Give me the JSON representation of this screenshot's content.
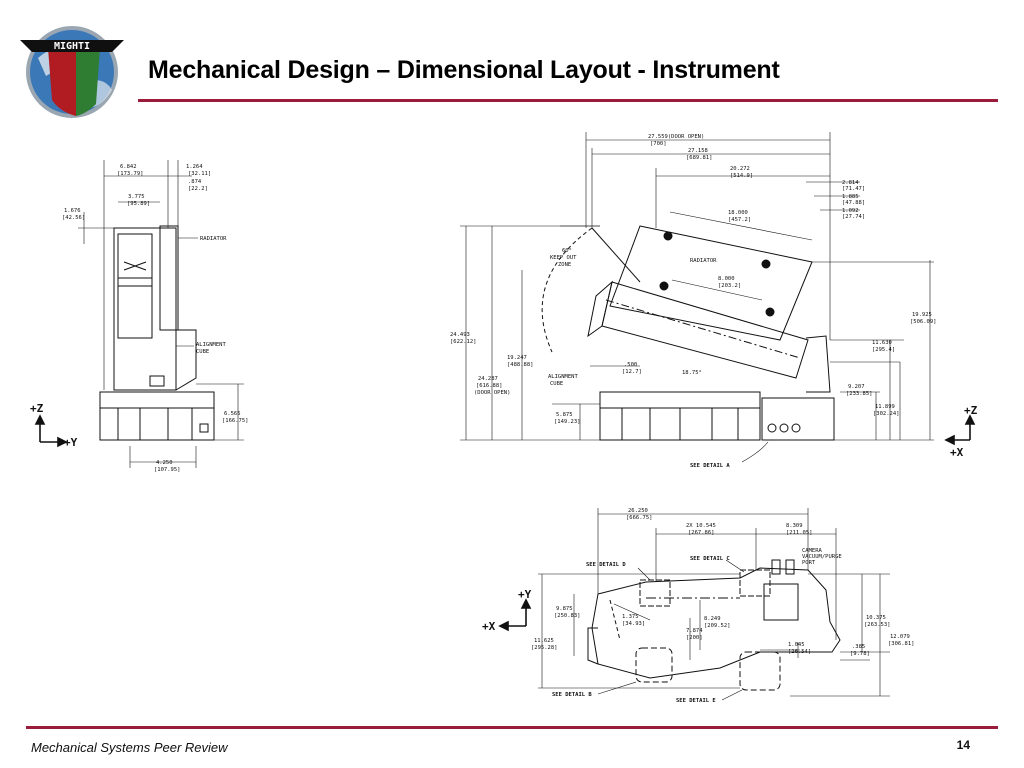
{
  "header": {
    "logo_text": "MIGHTI",
    "title": "Mechanical Design – Dimensional Layout - Instrument"
  },
  "footer": {
    "text": "Mechanical Systems Peer Review",
    "page_number": "14"
  },
  "colors": {
    "rule": "#9a1b3a",
    "ink": "#111111",
    "logo_red": "#b01c22",
    "logo_green": "#2e7d32",
    "logo_blue": "#3a78b8"
  },
  "side_view": {
    "dims": [
      "6.842",
      "[173.79]",
      "1.264",
      "[32.11]",
      ".874",
      "[22.2]",
      "3.775",
      "[95.89]",
      "1.676",
      "[42.56]",
      "6.565",
      "[166.75]",
      "4.250",
      "[107.95]"
    ],
    "labels": [
      "RADIATOR",
      "ALIGNMENT",
      "CUBE"
    ],
    "axes": [
      "+Z",
      "+Y"
    ]
  },
  "front_view": {
    "dims": [
      "27.559(DOOR OPEN)",
      "[700]",
      "27.158",
      "[689.81]",
      "20.272",
      "[514.9]",
      "2.814",
      "[71.47]",
      "1.885",
      "[47.88]",
      "1.092",
      "[27.74]",
      "18.000",
      "[457.2]",
      "8.000",
      "[203.2]",
      "24.493",
      "[622.12]",
      "19.247",
      "[488.88]",
      "24.287",
      "[616.88]",
      "(DOOR OPEN)",
      "11.630",
      "[295.4]",
      "9.207",
      "[233.85]",
      "11.899",
      "[302.24]",
      "19.925",
      "[506.09]",
      "5.875",
      "[149.23]",
      ".500",
      "[12.7]",
      "18.75°",
      "60°",
      "KEEP OUT",
      "ZONE"
    ],
    "labels": [
      "RADIATOR",
      "ALIGNMENT",
      "CUBE",
      "SEE DETAIL A"
    ],
    "axes": [
      "+Z",
      "+X"
    ]
  },
  "top_view": {
    "dims": [
      "26.250",
      "[666.75]",
      "2X 10.545",
      "[267.86]",
      "8.309",
      "[211.05]",
      "9.875",
      "[250.83]",
      "1.375",
      "[34.93]",
      "8.249",
      "[209.52]",
      "7.874",
      "[200]",
      "11.625",
      "[295.28]",
      "1.045",
      "[26.54]",
      ".385",
      "[9.78]",
      "10.375",
      "[263.53]",
      "12.079",
      "[306.81]"
    ],
    "labels": [
      "SEE DETAIL D",
      "SEE DETAIL C",
      "CAMERA",
      "VACUUM/PURGE",
      "PORT",
      "SEE DETAIL B",
      "SEE DETAIL E"
    ],
    "axes": [
      "+Y",
      "+X"
    ]
  }
}
